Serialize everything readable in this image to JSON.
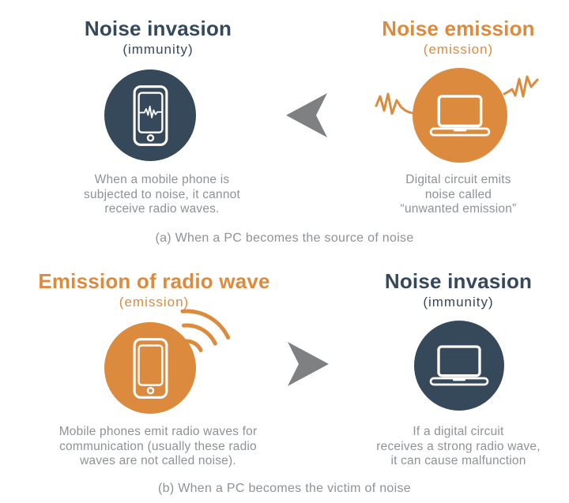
{
  "colors": {
    "dark_slate": "#36495A",
    "orange": "#DC8B3E",
    "body_gray": "#8E9295",
    "arrow_gray": "#7E8081"
  },
  "section_a": {
    "caption": "(a) When a PC becomes the source of noise",
    "left": {
      "title": "Noise invasion",
      "subtitle": "(immunity)",
      "icon": "smartphone-noise-icon",
      "desc_lines": [
        "When a mobile phone is",
        "subjected to noise, it cannot",
        "receive radio waves."
      ]
    },
    "right": {
      "title": "Noise emission",
      "subtitle": "(emission)",
      "icon": "laptop-emission-icon",
      "desc_lines": [
        "Digital circuit emits",
        "noise called",
        "“unwanted emission”"
      ]
    }
  },
  "section_b": {
    "caption": "(b) When a PC becomes the victim of noise",
    "left": {
      "title": "Emission of radio wave",
      "subtitle": "(emission)",
      "icon": "smartphone-radio-icon",
      "desc_lines": [
        "Mobile phones emit radio waves for",
        "communication (usually these radio",
        "waves are not called noise)."
      ]
    },
    "right": {
      "title": "Noise invasion",
      "subtitle": "(immunity)",
      "icon": "laptop-victim-icon",
      "desc_lines": [
        "If a digital circuit",
        "receives a strong radio wave,",
        "it can cause malfunction"
      ]
    }
  }
}
